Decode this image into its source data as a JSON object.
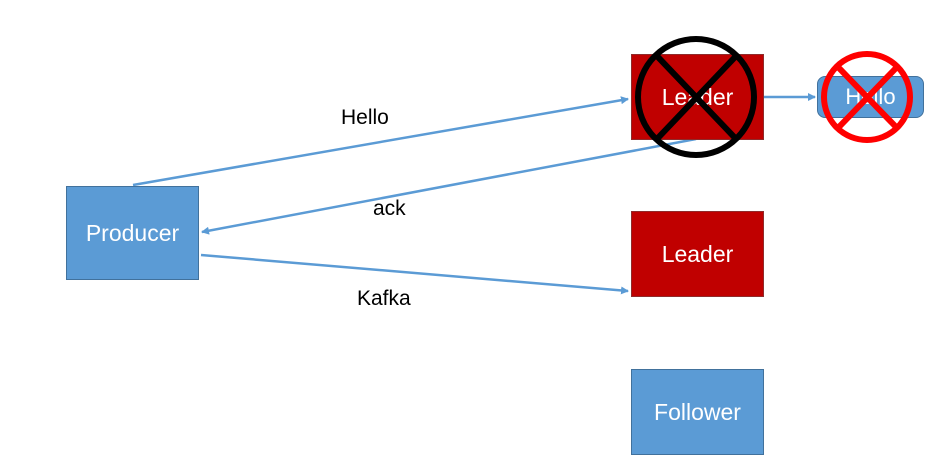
{
  "nodes": {
    "producer": "Producer",
    "leader_failed": "Leader",
    "leader": "Leader",
    "follower": "Follower",
    "message": "Hello"
  },
  "edges": {
    "send_hello": "Hello",
    "ack": "ack",
    "send_kafka": "Kafka"
  },
  "colors": {
    "node_blue": "#5b9bd5",
    "node_red": "#c00000",
    "arrow": "#5b9bd5",
    "fail_mark_black": "#000000",
    "fail_mark_red": "#ff0000"
  },
  "icons": {
    "failed_leader_marker": "black-circle-x-icon",
    "lost_message_marker": "red-circle-x-icon"
  }
}
